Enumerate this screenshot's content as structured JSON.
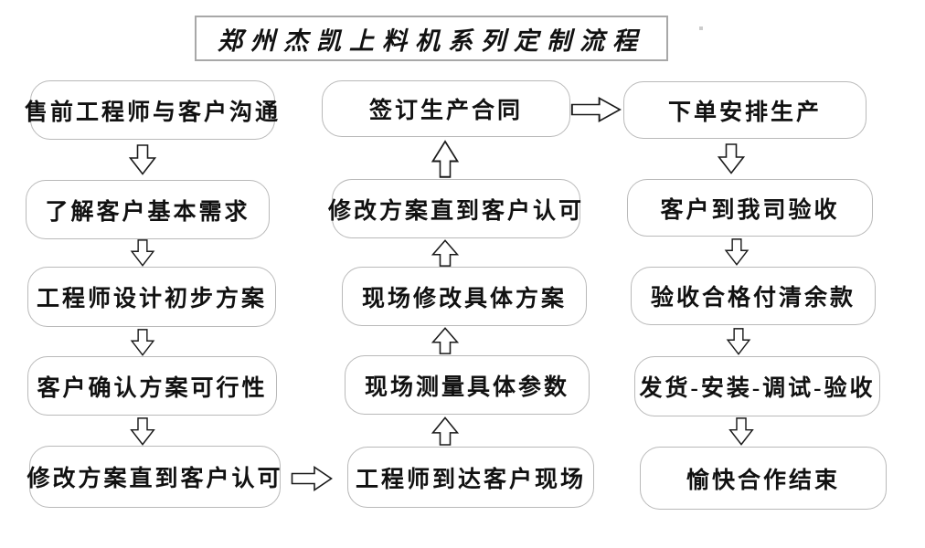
{
  "title": "郑州杰凯上料机系列定制流程",
  "columns": {
    "left": [
      "售前工程师与客户沟通",
      "了解客户基本需求",
      "工程师设计初步方案",
      "客户确认方案可行性",
      "修改方案直到客户认可"
    ],
    "middle": [
      "签订生产合同",
      "修改方案直到客户认可",
      "现场修改具体方案",
      "现场测量具体参数",
      "工程师到达客户现场"
    ],
    "right": [
      "下单安排生产",
      "客户到我司验收",
      "验收合格付清余款",
      "发货-安装-调试-验收",
      "愉快合作结束"
    ]
  },
  "icons": {
    "down_arrow": "hollow-block-arrow-down",
    "up_arrow": "hollow-block-arrow-up",
    "right_arrow": "hollow-block-arrow-right"
  },
  "colors": {
    "background": "#ffffff",
    "box_border": "#b9b9b9",
    "title_border": "#a8a8a8",
    "arrow_outline": "#1a1a1a",
    "text": "#111111"
  }
}
